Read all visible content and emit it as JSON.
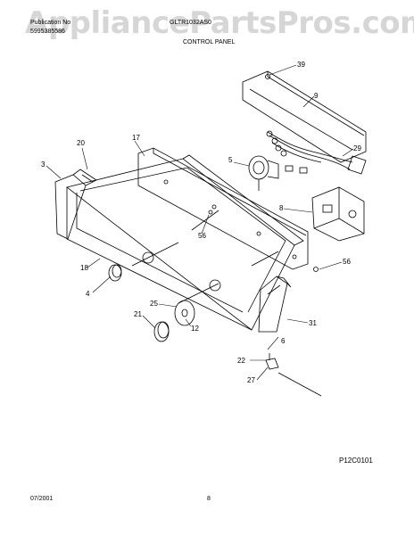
{
  "watermark": "AppliancePartsPros.com",
  "header": {
    "publication_label": "Publication No",
    "publication_number": "5995385586",
    "model": "GLTR1032AS0",
    "section_title": "CONTROL PANEL"
  },
  "callouts": [
    "39",
    "9",
    "29",
    "20",
    "17",
    "3",
    "5",
    "8",
    "56",
    "56",
    "18",
    "4",
    "25",
    "21",
    "12",
    "31",
    "6",
    "22",
    "27"
  ],
  "figure_id": "P12C0101",
  "footer": {
    "date": "07/2001",
    "page": "8"
  },
  "colors": {
    "watermark": "#b4b4b4",
    "line": "#000000"
  }
}
